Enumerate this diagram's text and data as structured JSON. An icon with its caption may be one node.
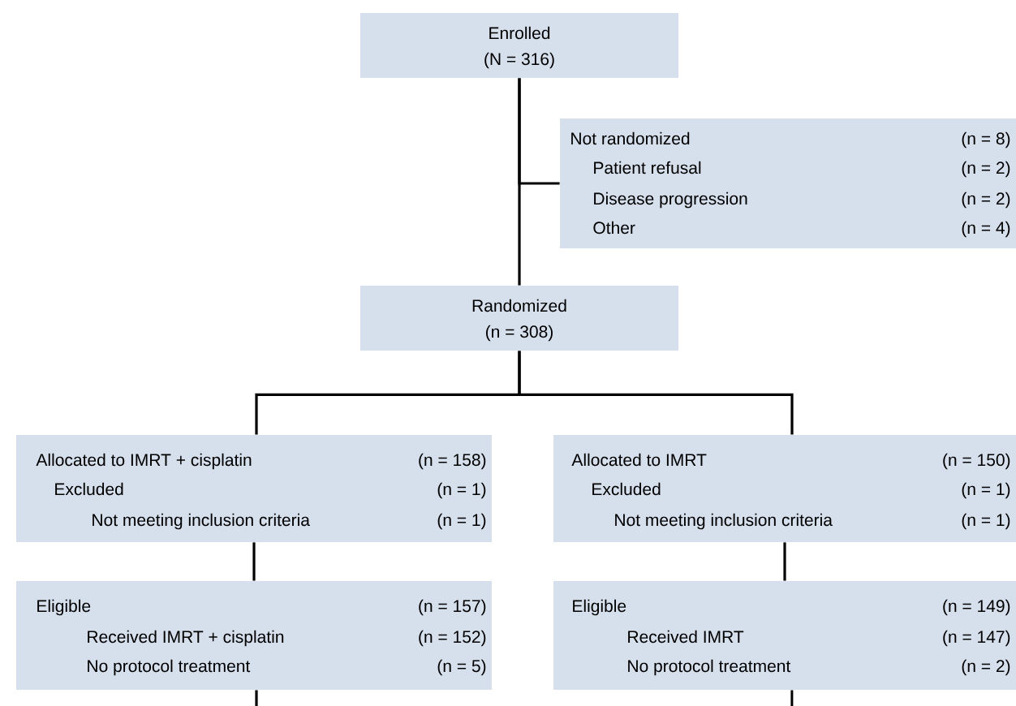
{
  "diagram": {
    "nodes": [
      {
        "text": [
          "Enrolled",
          "(N = 316)"
        ]
      },
      {
        "text": [
          "Not randomized",
          "(n = 8)",
          "Patient refusal",
          "(n = 2)",
          "Disease progression",
          "(n = 2)",
          "Other",
          "(n = 4)"
        ]
      },
      {
        "text": [
          "Randomized",
          "(n = 308)"
        ]
      },
      {
        "text": [
          "Allocated to IMRT + cisplatin",
          "(n = 158)",
          "Excluded",
          "(n = 1)",
          "Not meeting inclusion criteria",
          "(n = 1)"
        ]
      },
      {
        "text": [
          "Allocated to IMRT",
          "(n = 150)",
          "Excluded",
          "(n = 1)",
          "Not meeting inclusion criteria",
          "(n = 1)"
        ]
      },
      {
        "text": [
          "Eligible",
          "(n = 157)",
          "Received IMRT + cisplatin",
          "(n = 152)",
          "No protocol treatment",
          "(n = 5)"
        ]
      },
      {
        "text": [
          "Eligible",
          "(n = 149)",
          "Received IMRT",
          "(n = 147)",
          "No protocol treatment",
          "(n = 2)"
        ]
      }
    ],
    "edges": [
      {
        "from": 0,
        "to": 2,
        "arrow": "none"
      },
      {
        "from": 0,
        "to": 1,
        "arrow": "none"
      },
      {
        "from": 2,
        "to": 3,
        "arrow": "none"
      },
      {
        "from": 2,
        "to": 4,
        "arrow": "none"
      },
      {
        "from": 3,
        "to": 5,
        "arrow": "none"
      },
      {
        "from": 4,
        "to": 6,
        "arrow": "none"
      },
      {
        "from": 5,
        "to": null,
        "arrow": "none"
      },
      {
        "from": 6,
        "to": null,
        "arrow": "none"
      }
    ]
  }
}
